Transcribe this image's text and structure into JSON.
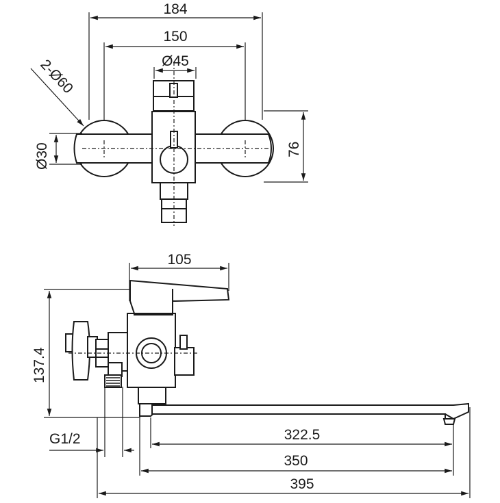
{
  "dimensions": {
    "top_width_overall": "184",
    "top_width_centers": "150",
    "top_diameter_body": "Ø45",
    "top_diameter_flange": "2-Ø60",
    "top_diameter_inlet": "Ø30",
    "top_height": "76",
    "side_handle_length": "105",
    "side_height": "137.4",
    "side_thread": "G1/2",
    "spout_length_inner": "322.5",
    "spout_length_mid": "350",
    "spout_length_overall": "395"
  }
}
